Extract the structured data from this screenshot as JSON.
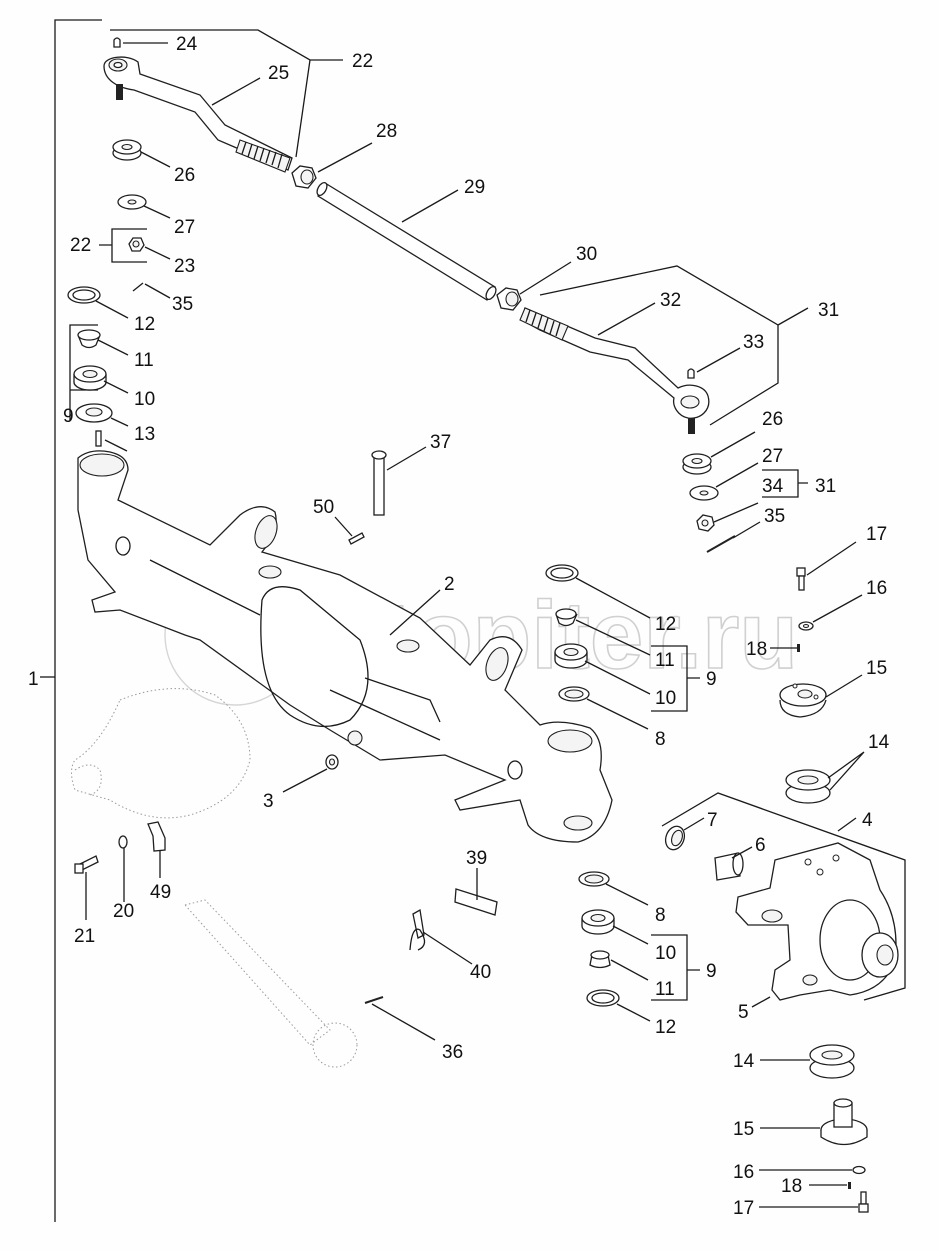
{
  "diagram": {
    "title": "Front axle assembly — exploded parts view",
    "watermark": "autopiter.ru",
    "labels": {
      "l1": "1",
      "l2": "2",
      "l3": "3",
      "l4": "4",
      "l5": "5",
      "l6": "6",
      "l7": "7",
      "l8a": "8",
      "l8b": "8",
      "l9a": "9",
      "l9b": "9",
      "l9c": "9",
      "l10a": "10",
      "l10b": "10",
      "l10c": "10",
      "l11a": "11",
      "l11b": "11",
      "l11c": "11",
      "l12a": "12",
      "l12b": "12",
      "l12c": "12",
      "l13": "13",
      "l14a": "14",
      "l14b": "14",
      "l15a": "15",
      "l15b": "15",
      "l16a": "16",
      "l16b": "16",
      "l17a": "17",
      "l17b": "17",
      "l18a": "18",
      "l18b": "18",
      "l20": "20",
      "l21": "21",
      "l22a": "22",
      "l22b": "22",
      "l23": "23",
      "l24": "24",
      "l25": "25",
      "l26a": "26",
      "l26b": "26",
      "l27a": "27",
      "l27b": "27",
      "l28": "28",
      "l29": "29",
      "l30": "30",
      "l31a": "31",
      "l31b": "31",
      "l32": "32",
      "l33": "33",
      "l34": "34",
      "l35a": "35",
      "l35b": "35",
      "l36": "36",
      "l37": "37",
      "l39": "39",
      "l40": "40",
      "l49": "49",
      "l50": "50"
    }
  }
}
